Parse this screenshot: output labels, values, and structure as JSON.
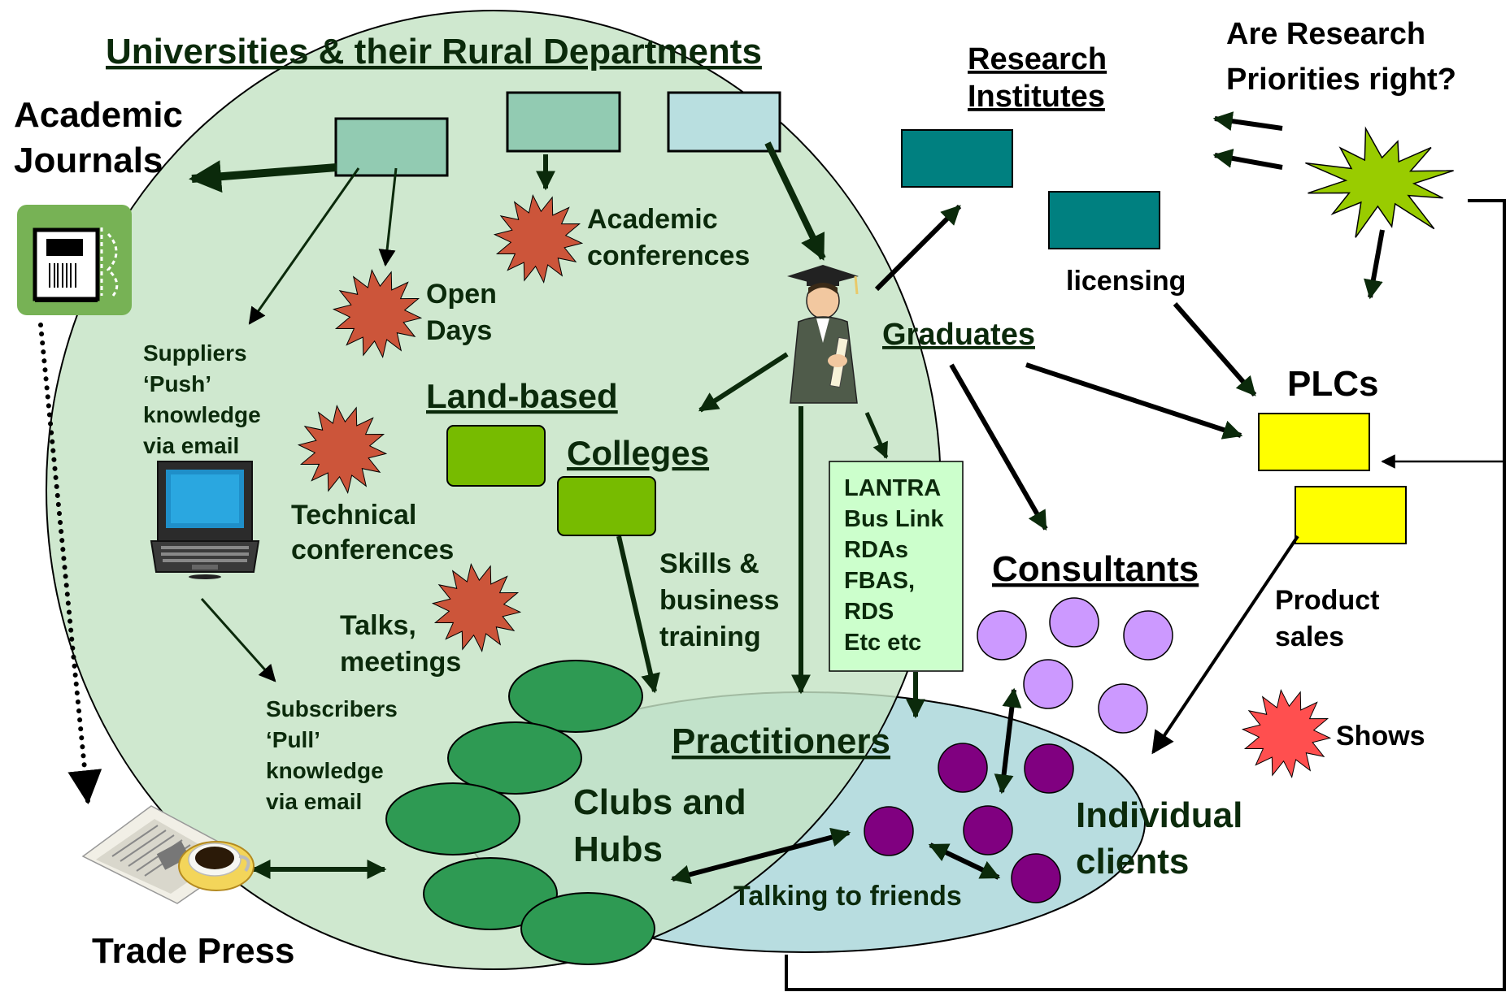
{
  "labels": {
    "universities": "Universities & their Rural Departments",
    "academic_journals_1": "Academic",
    "academic_journals_2": "Journals",
    "research_institutes_1": "Research",
    "research_institutes_2": "Institutes",
    "research_question_1": "Are Research",
    "research_question_2": "Priorities right?",
    "academic_conferences_1": "Academic",
    "academic_conferences_2": "conferences",
    "open_days_1": "Open",
    "open_days_2": "Days",
    "licensing": "licensing",
    "graduates": "Graduates",
    "plcs": "PLCs",
    "suppliers_1": "Suppliers",
    "suppliers_2": "‘Push’",
    "suppliers_3": "knowledge",
    "suppliers_4": "via email",
    "land_based": "Land-based",
    "colleges": "Colleges",
    "technical_conf_1": "Technical",
    "technical_conf_2": "conferences",
    "skills_1": "Skills &",
    "skills_2": "business",
    "skills_3": "training",
    "lantra_1": "LANTRA",
    "lantra_2": "Bus Link",
    "lantra_3": "RDAs",
    "lantra_4": "FBAS,",
    "lantra_5": "RDS",
    "lantra_6": "Etc etc",
    "consultants": "Consultants",
    "product_sales_1": "Product",
    "product_sales_2": "sales",
    "talks_1": "Talks,",
    "talks_2": "meetings",
    "subscribers_1": "Subscribers",
    "subscribers_2": "‘Pull’",
    "subscribers_3": "knowledge",
    "subscribers_4": "via email",
    "practitioners": "Practitioners",
    "shows": "Shows",
    "clubs_1": "Clubs and",
    "clubs_2": "Hubs",
    "individual_1": "Individual",
    "individual_2": "clients",
    "talking_friends": "Talking to friends",
    "trade_press": "Trade Press"
  },
  "colors": {
    "university_fill": "#c5e3c5",
    "practitioner_fill": "#b8dde0",
    "box_light": "#92cbb2",
    "box_lighter": "#b9dfe0",
    "research_box": "#008080",
    "college_box": "#77bb00",
    "plc_box": "#ffff00",
    "lantra_box": "#ccffcc",
    "burst": "#cc553a",
    "burst_green": "#99cc00",
    "burst_red": "#ff4f4f",
    "club_oval": "#2e9a53",
    "consultant": "#cc99ff",
    "client": "#800080",
    "text_dark": "#0b2a0b"
  },
  "icons": {
    "journal": "book-icon",
    "laptop": "laptop-icon",
    "graduate": "graduate-figure-icon",
    "newspaper": "newspaper-coffee-icon"
  }
}
